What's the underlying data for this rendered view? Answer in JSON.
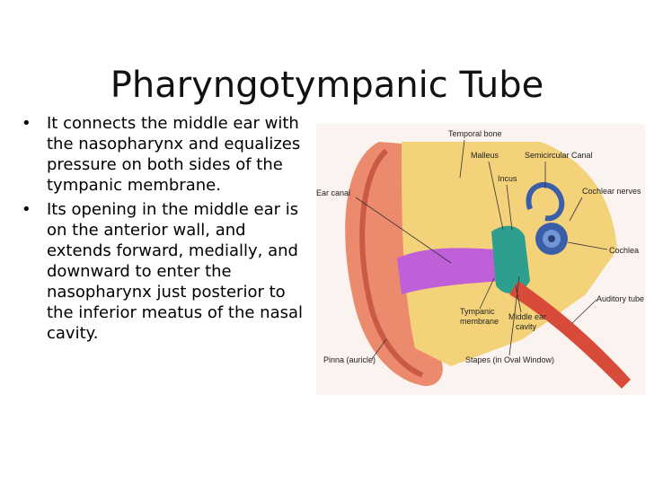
{
  "slide": {
    "title": "Pharyngotympanic Tube",
    "bullets": [
      "It connects the middle ear with the nasopharynx and equalizes pressure on both sides of the tympanic membrane.",
      "Its opening in the middle ear is on the anterior wall, and extends forward, medially, and downward to enter the nasopharynx just posterior to the inferior meatus of the nasal cavity."
    ],
    "bullet_symbol": "•"
  },
  "figure": {
    "labels": {
      "temporal_bone": "Temporal bone",
      "malleus": "Malleus",
      "semicircular_canal": "Semicircular Canal",
      "incus": "Incus",
      "ear_canal": "Ear canal",
      "cochlear_nerves": "Cochlear nerves",
      "cochlea": "Cochlea",
      "auditory_tube": "Auditory tube",
      "tympanic_membrane_1": "Tympanic",
      "tympanic_membrane_2": "membrane",
      "middle_ear_cavity_1": "Middle ear",
      "middle_ear_cavity_2": "cavity",
      "pinna": "Pinna (auricle)",
      "stapes": "Stapes (in Oval Window)"
    },
    "colors": {
      "skin": "#e9755a",
      "bone": "#f5d873",
      "canal": "#b24fd0",
      "inner_ear": "#3a5fa8",
      "tube": "#d84a3a"
    }
  }
}
